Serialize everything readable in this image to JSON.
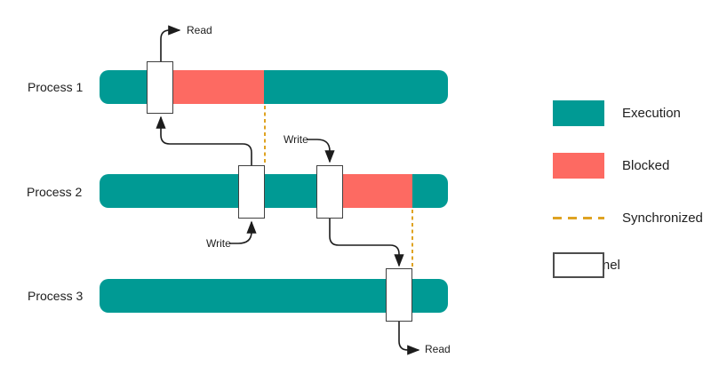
{
  "colors": {
    "execution": "#009a94",
    "blocked": "#fd6a62",
    "synchronized": "#dfa322",
    "connector": "#1c1c1c",
    "channel_fill": "#ffffff",
    "channel_border": "#404040",
    "text": "#202020"
  },
  "diagram": {
    "processes": [
      {
        "label": "Process 1"
      },
      {
        "label": "Process 2"
      },
      {
        "label": "Process 3"
      }
    ],
    "annotations": {
      "p1_read": "Read",
      "p2_write_left": "Write",
      "p2_write_right": "Write",
      "p3_read": "Read"
    }
  },
  "legend": {
    "items": [
      {
        "label": "Execution"
      },
      {
        "label": "Blocked"
      },
      {
        "label": "Synchronized"
      },
      {
        "label": "Channel"
      }
    ]
  }
}
